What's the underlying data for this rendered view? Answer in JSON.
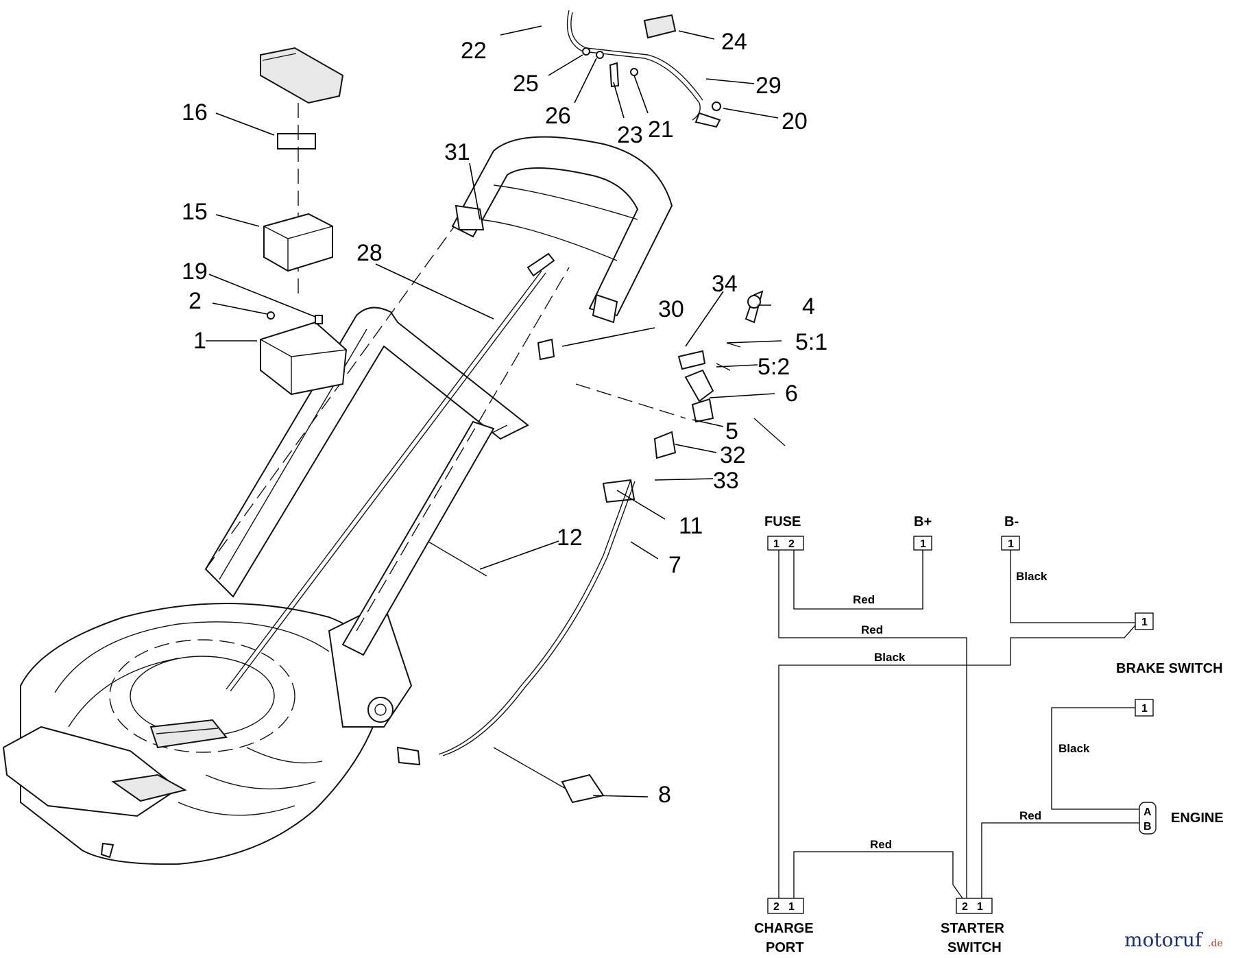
{
  "callouts": {
    "c1": "1",
    "c2": "2",
    "c4": "4",
    "c5": "5",
    "c5_1": "5:1",
    "c5_2": "5:2",
    "c6": "6",
    "c7": "7",
    "c8": "8",
    "c11": "11",
    "c12": "12",
    "c15": "15",
    "c16": "16",
    "c19": "19",
    "c20": "20",
    "c21": "21",
    "c22": "22",
    "c23": "23",
    "c24": "24",
    "c25": "25",
    "c26": "26",
    "c28": "28",
    "c29": "29",
    "c30": "30",
    "c31": "31",
    "c32": "32",
    "c33": "33",
    "c34": "34"
  },
  "wiring": {
    "components": {
      "fuse": "FUSE",
      "b_plus": "B+",
      "b_minus": "B-",
      "brake_switch": "BRAKE SWITCH",
      "engine": "ENGINE",
      "charge_port_1": "CHARGE",
      "charge_port_2": "PORT",
      "starter_switch_1": "STARTER",
      "starter_switch_2": "SWITCH"
    },
    "pins": {
      "fuse_1": "1",
      "fuse_2": "2",
      "bplus_1": "1",
      "bminus_1": "1",
      "brake_1": "1",
      "engine_top_1": "1",
      "engine_a": "A",
      "engine_b": "B",
      "charge_2": "2",
      "charge_1": "1",
      "starter_2": "2",
      "starter_1": "1"
    },
    "wires": {
      "red_fuse_bplus": "Red",
      "black_bminus": "Black",
      "red_fuse_starter": "Red",
      "black_brake_charge": "Black",
      "black_engine": "Black",
      "red_engine_starter": "Red",
      "red_charge_starter": "Red"
    }
  },
  "watermark": {
    "main": "motoruf",
    "suffix": ".de"
  }
}
